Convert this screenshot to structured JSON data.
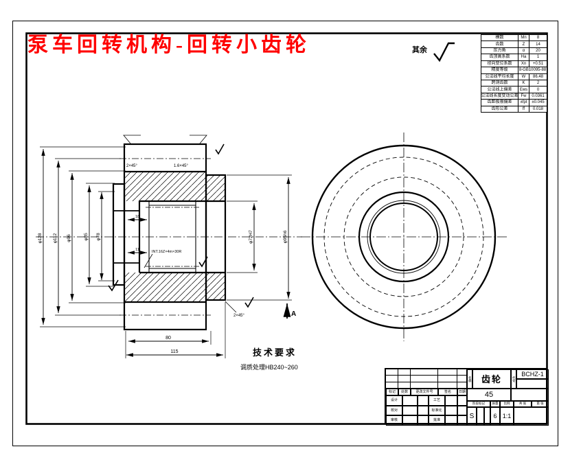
{
  "title": {
    "text": "泵车回转机构-回转小齿轮",
    "color": "#ff0000"
  },
  "surface_note": {
    "label": "其余"
  },
  "param_table": {
    "rows": [
      {
        "name": "模数",
        "sym": "Mn",
        "val": "8"
      },
      {
        "name": "齿数",
        "sym": "Z",
        "val": "14"
      },
      {
        "name": "压力角",
        "sym": "α",
        "val": "20"
      },
      {
        "name": "齿顶高系数",
        "sym": "Ha",
        "val": "1"
      },
      {
        "name": "径向变位系数",
        "sym": "Xn",
        "val": "+0.51"
      },
      {
        "name": "精度等级",
        "sym": "",
        "val": "8-GB10095-88"
      },
      {
        "name": "公法线平均长度",
        "sym": "W",
        "val": "86.48"
      },
      {
        "name": "跨测齿数",
        "sym": "K",
        "val": "2"
      },
      {
        "name": "公法线上偏差",
        "sym": "Ews",
        "val": "0"
      },
      {
        "name": "公法线长度变动公差",
        "sym": "Fw",
        "val": "0.0361"
      },
      {
        "name": "齿距极限偏差",
        "sym": "±fpt",
        "val": "±0.045"
      },
      {
        "name": "齿形公差",
        "sym": "ff",
        "val": "0.018"
      }
    ]
  },
  "section_view": {
    "chamfer_top_left": "2×45°",
    "chamfer_top_right": "1.6×45°",
    "chamfer_bottom": "2×45°",
    "spline_callout": "INT.16Z×4m×30R",
    "dims_left": [
      "φ128",
      "φ112",
      "φ96",
      "φ85",
      "φ78"
    ],
    "dims_right": [
      "φ72H7",
      "φ95h6"
    ],
    "dims_inner": [
      "18",
      "11"
    ],
    "dims_bottom": [
      "80",
      "115"
    ],
    "view_label": "A"
  },
  "tech_req": {
    "heading": "技术要求",
    "line1": "调质处理HB240~260"
  },
  "title_block": {
    "part_name": "齿轮",
    "material": "45",
    "drawing_no": "BCHZ-1",
    "stage_mark": "S",
    "weight": "6",
    "scale": "1:1",
    "labels": {
      "mark": "标记",
      "count": "处数",
      "change_doc": "更改文件号",
      "sign": "签名",
      "date": "日期",
      "design": "设计",
      "process": "工艺",
      "check": "校对",
      "standard": "标准化",
      "review": "审核",
      "approve": "批准",
      "stage": "阶段标记",
      "weight": "质量",
      "scale": "比例",
      "total_sheets": "共 张",
      "sheet_no": "第 张",
      "name_col": "名称",
      "code_col": "代号"
    }
  }
}
